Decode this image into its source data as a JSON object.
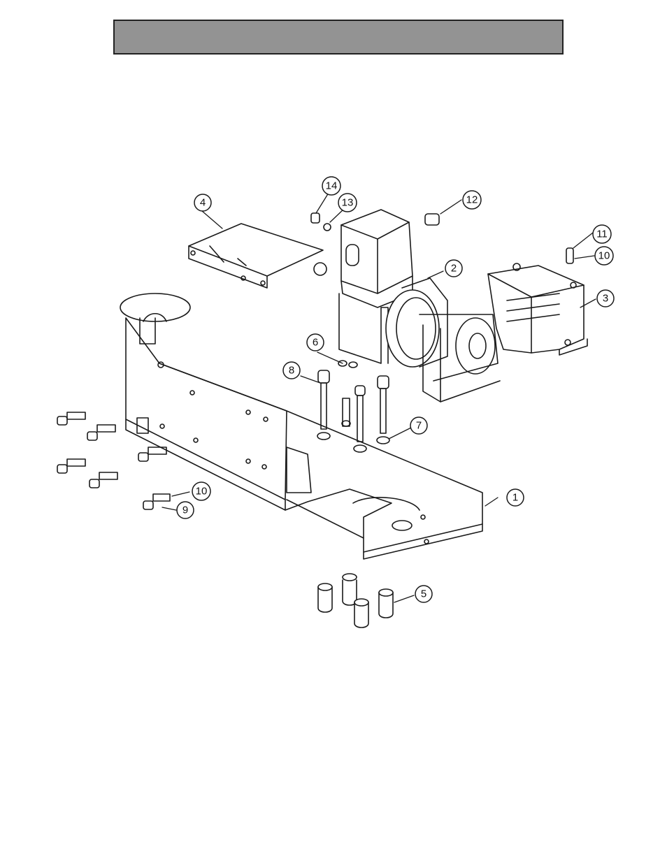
{
  "colors": {
    "title_bar": "#939393",
    "line": "#1a1a1a"
  },
  "diagram": {
    "callouts": [
      {
        "id": "1",
        "label": "1"
      },
      {
        "id": "2",
        "label": "2"
      },
      {
        "id": "3",
        "label": "3"
      },
      {
        "id": "4",
        "label": "4"
      },
      {
        "id": "5",
        "label": "5"
      },
      {
        "id": "6",
        "label": "6"
      },
      {
        "id": "7",
        "label": "7"
      },
      {
        "id": "8",
        "label": "8"
      },
      {
        "id": "9",
        "label": "9"
      },
      {
        "id": "10a",
        "label": "10"
      },
      {
        "id": "10b",
        "label": "10"
      },
      {
        "id": "11",
        "label": "11"
      },
      {
        "id": "12",
        "label": "12"
      },
      {
        "id": "13",
        "label": "13"
      },
      {
        "id": "14",
        "label": "14"
      }
    ]
  }
}
